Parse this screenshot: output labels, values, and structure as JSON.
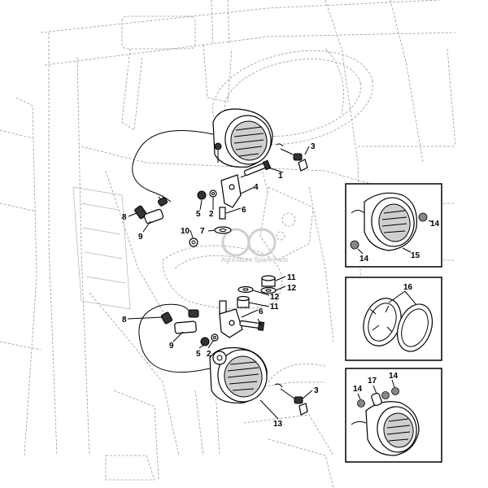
{
  "diagram": {
    "callouts": {
      "c1": "1",
      "c2a": "2",
      "c2b": "2",
      "c3a": "3",
      "c3b": "3",
      "c4": "4",
      "c5a": "5",
      "c5b": "5",
      "c6a": "6",
      "c6b": "6",
      "c7": "7",
      "c8a": "8",
      "c8b": "8",
      "c9a": "9",
      "c9b": "9",
      "c10": "10",
      "c11a": "11",
      "c11b": "11",
      "c12a": "12",
      "c12b": "12",
      "c13": "13",
      "i1_14a": "14",
      "i1_14b": "14",
      "i1_15": "15",
      "i2_16": "16",
      "i3_14a": "14",
      "i3_14b": "14",
      "i3_17": "17"
    },
    "watermark": "Agriculture Spare Parts"
  }
}
